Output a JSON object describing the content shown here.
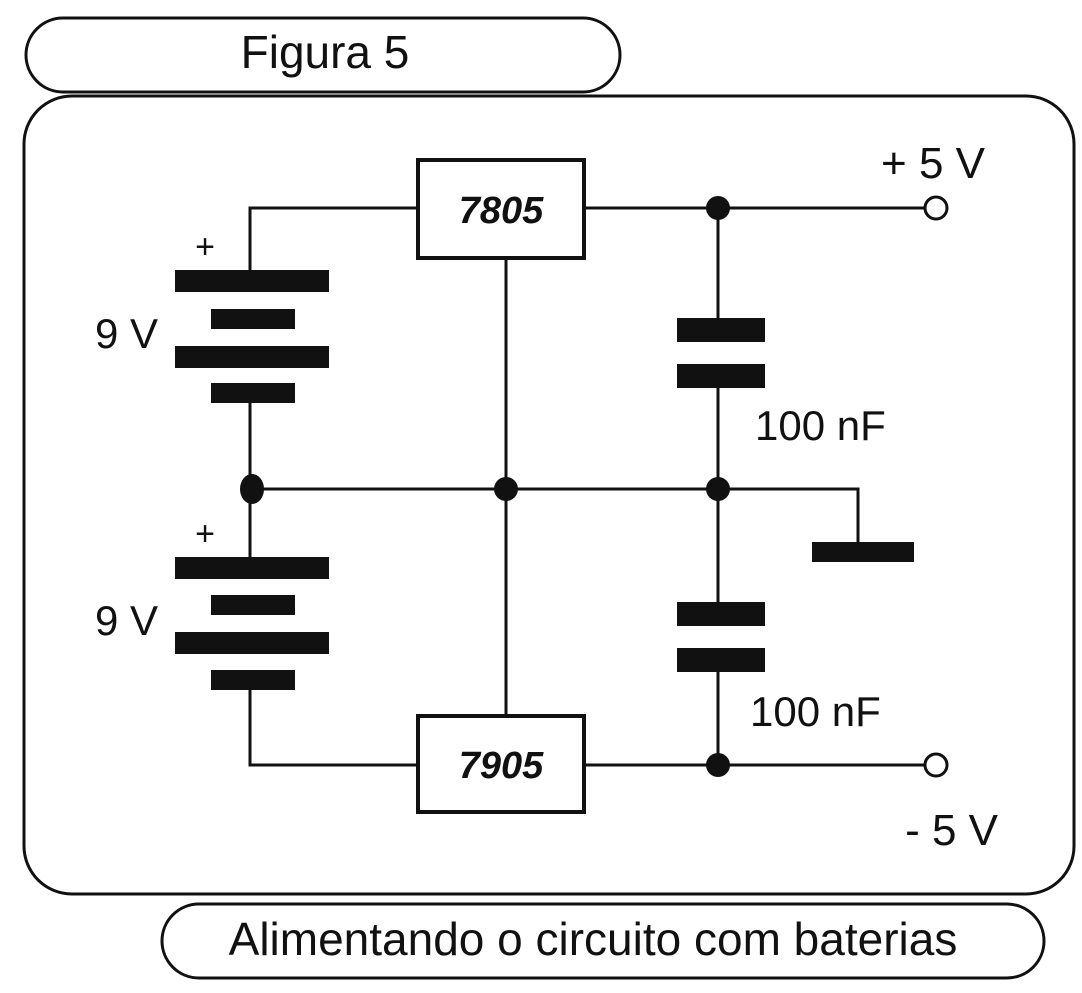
{
  "figure_title": "Figura 5",
  "caption": "Alimentando o circuito com baterias",
  "regulators": {
    "positive": "7805",
    "negative": "7905"
  },
  "batteries": {
    "top_label": "9 V",
    "top_polarity": "+",
    "bottom_label": "9 V",
    "bottom_polarity": "+"
  },
  "capacitors": {
    "top_label": "100 nF",
    "bottom_label": "100 nF"
  },
  "outputs": {
    "positive": "+ 5 V",
    "negative": "- 5 V"
  },
  "colors": {
    "ink": "#111111",
    "background": "#ffffff"
  }
}
